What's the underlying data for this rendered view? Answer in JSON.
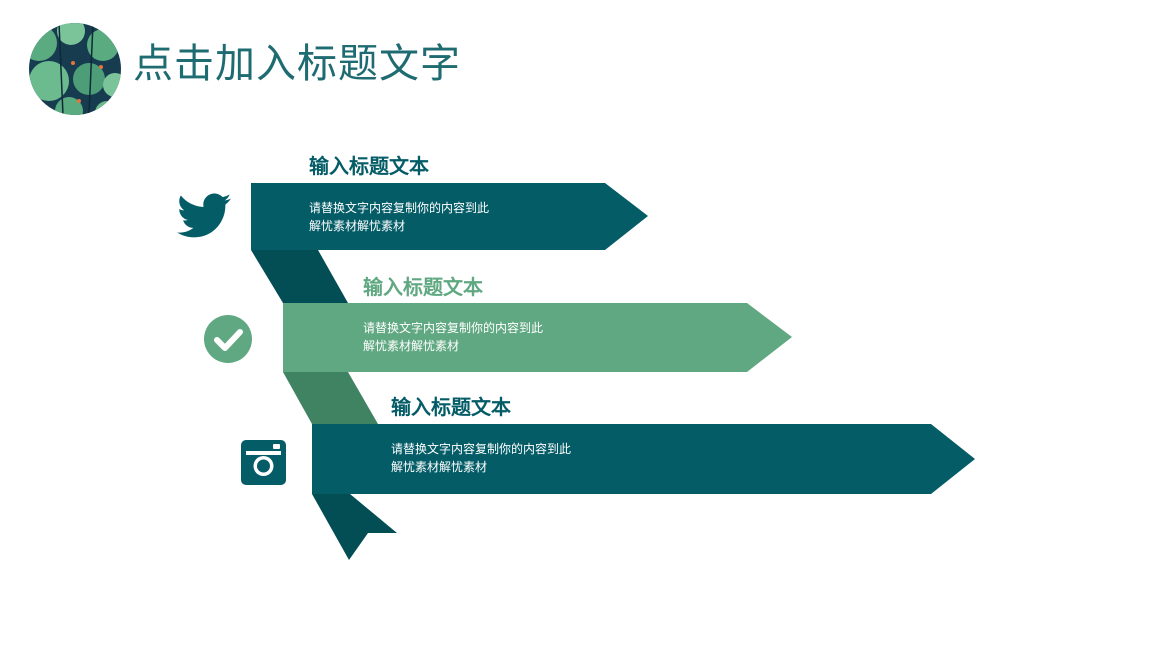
{
  "page": {
    "title": "点击加入标题文字"
  },
  "colors": {
    "dark_teal": "#045c67",
    "green": "#60a882",
    "title": "#1e6b72",
    "white": "#ffffff"
  },
  "items": [
    {
      "icon": "twitter-bird-icon",
      "title": "输入标题文本",
      "body_line1": "请替换文字内容复制你的内容到此",
      "body_line2": "解忧素材解忧素材"
    },
    {
      "icon": "check-circle-icon",
      "title": "输入标题文本",
      "body_line1": "请替换文字内容复制你的内容到此",
      "body_line2": "解忧素材解忧素材"
    },
    {
      "icon": "instagram-icon",
      "title": "输入标题文本",
      "body_line1": "请替换文字内容复制你的内容到此",
      "body_line2": "解忧素材解忧素材"
    }
  ]
}
